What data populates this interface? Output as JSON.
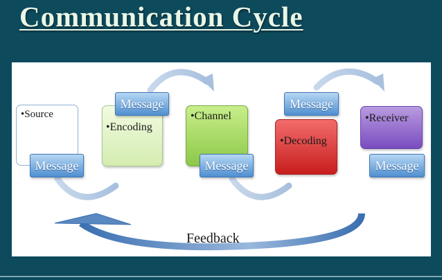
{
  "title": "Communication Cycle",
  "stages": {
    "source": "•Source",
    "encoding": "•Encoding",
    "channel": "•Channel",
    "decoding": "•Decoding",
    "receiver": "•Receiver"
  },
  "message_label": "Message",
  "feedback_label": "Feedback",
  "colors": {
    "background": "#0d4a5c",
    "encoding": "#d4ecb0",
    "channel": "#8cc848",
    "decoding": "#c81e1e",
    "receiver": "#7a4cc0",
    "message": "#4f8fd0"
  }
}
